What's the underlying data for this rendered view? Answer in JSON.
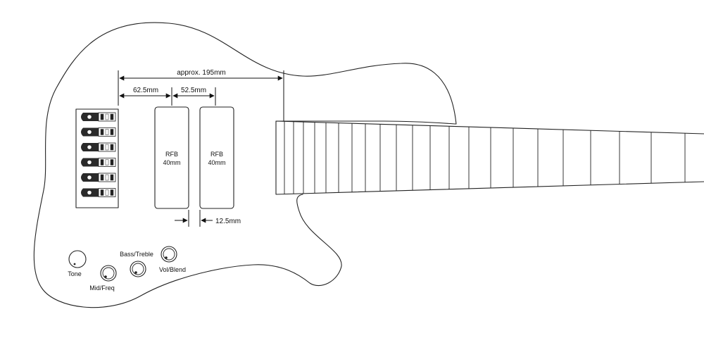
{
  "dimensions": {
    "total": "approx. 195mm",
    "first": "62.5mm",
    "second": "52.5mm",
    "gap": "12.5mm"
  },
  "pickups": [
    {
      "name": "RFB",
      "size": "40mm"
    },
    {
      "name": "RFB",
      "size": "40mm"
    }
  ],
  "controls": [
    {
      "label": "Tone"
    },
    {
      "label": "Mid/Freq"
    },
    {
      "label": "Bass/Treble"
    },
    {
      "label": "Vol/Blend"
    }
  ],
  "colors": {
    "line": "#222222",
    "background": "#ffffff"
  }
}
